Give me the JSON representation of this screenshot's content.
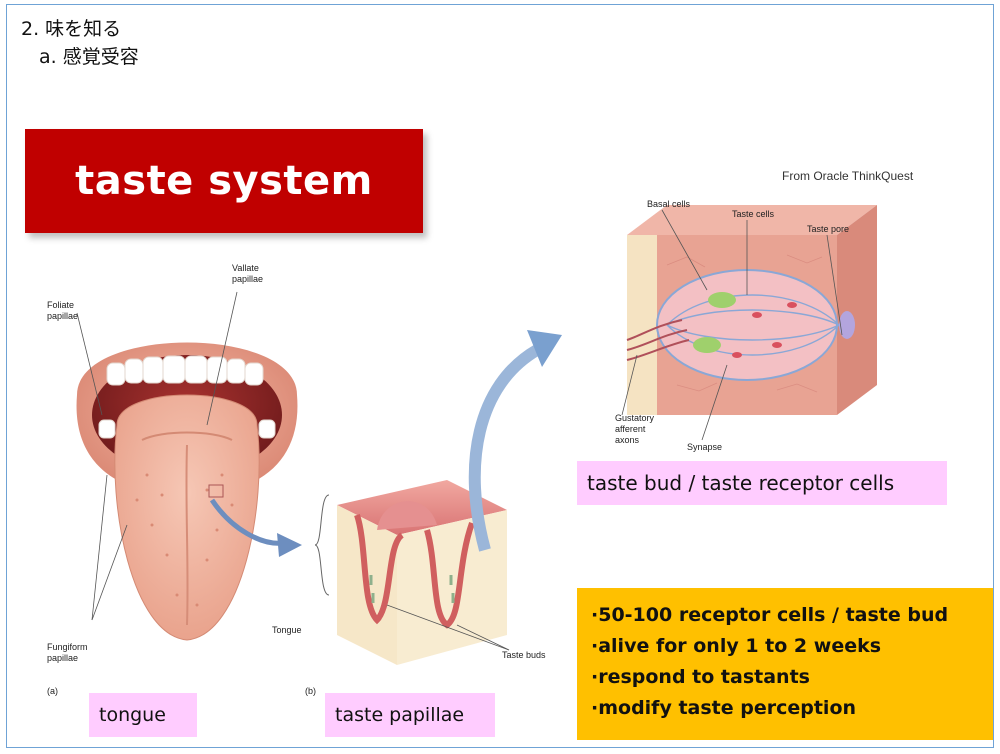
{
  "heading": {
    "line1": "2.  味を知る",
    "line2": "a. 感覚受容"
  },
  "title": "taste system",
  "credit": "From  Oracle ThinkQuest",
  "tongue_labels": {
    "vallate": "Vallate papillae",
    "foliate": "Foliate papillae",
    "fungiform": "Fungiform papillae",
    "panel_a": "(a)",
    "panel_b": "(b)",
    "tongue": "Tongue",
    "taste_buds": "Taste buds"
  },
  "bud_labels": {
    "basal": "Basal cells",
    "taste_cells": "Taste cells",
    "taste_pore": "Taste pore",
    "gustatory": "Gustatory afferent axons",
    "synapse": "Synapse"
  },
  "captions": {
    "tongue": "tongue",
    "papillae": "taste papillae",
    "bud": "taste bud / taste receptor cells"
  },
  "facts": [
    "·50-100 receptor cells / taste bud",
    "·alive for only 1 to 2 weeks",
    "·respond to tastants",
    "·modify taste perception"
  ]
}
